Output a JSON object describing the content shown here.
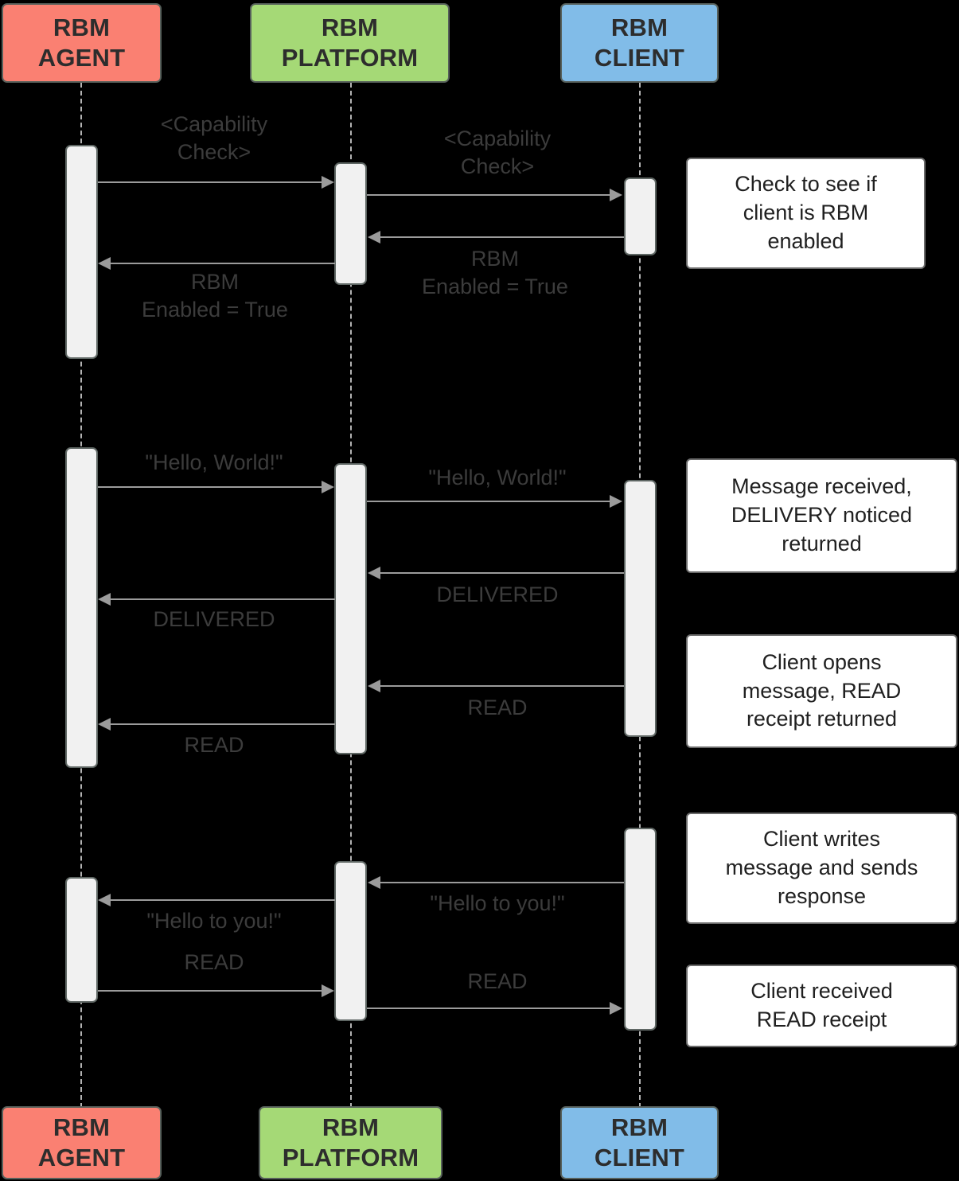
{
  "diagram": {
    "type": "sequence-diagram",
    "background_color": "#000000",
    "actors": [
      {
        "id": "agent",
        "line1": "RBM",
        "line2": "AGENT",
        "color": "#fa8072",
        "border_color": "#57605b"
      },
      {
        "id": "platform",
        "line1": "RBM",
        "line2": "PLATFORM",
        "color": "#a5d976",
        "border_color": "#57605b"
      },
      {
        "id": "client",
        "line1": "RBM",
        "line2": "CLIENT",
        "color": "#81bce8",
        "border_color": "#57605b"
      }
    ],
    "messages": [
      {
        "id": "m1",
        "label": "<Capability\nCheck>",
        "from": "agent",
        "to": "platform",
        "direction": "right"
      },
      {
        "id": "m2",
        "label": "<Capability\nCheck>",
        "from": "platform",
        "to": "client",
        "direction": "right"
      },
      {
        "id": "m3",
        "label": "RBM\nEnabled = True",
        "from": "client",
        "to": "platform",
        "direction": "left"
      },
      {
        "id": "m4",
        "label": "RBM\nEnabled = True",
        "from": "platform",
        "to": "agent",
        "direction": "left"
      },
      {
        "id": "m5",
        "label": "\"Hello, World!\"",
        "from": "agent",
        "to": "platform",
        "direction": "right"
      },
      {
        "id": "m6",
        "label": "\"Hello, World!\"",
        "from": "platform",
        "to": "client",
        "direction": "right"
      },
      {
        "id": "m7",
        "label": "DELIVERED",
        "from": "client",
        "to": "platform",
        "direction": "left"
      },
      {
        "id": "m8",
        "label": "DELIVERED",
        "from": "platform",
        "to": "agent",
        "direction": "left"
      },
      {
        "id": "m9",
        "label": "READ",
        "from": "client",
        "to": "platform",
        "direction": "left"
      },
      {
        "id": "m10",
        "label": "READ",
        "from": "platform",
        "to": "agent",
        "direction": "left"
      },
      {
        "id": "m11",
        "label": "\"Hello to you!\"",
        "from": "client",
        "to": "platform",
        "direction": "left"
      },
      {
        "id": "m12",
        "label": "\"Hello to you!\"",
        "from": "platform",
        "to": "agent",
        "direction": "left"
      },
      {
        "id": "m13",
        "label": "READ",
        "from": "agent",
        "to": "platform",
        "direction": "right"
      },
      {
        "id": "m14",
        "label": "READ",
        "from": "platform",
        "to": "client",
        "direction": "right"
      }
    ],
    "notes": [
      {
        "id": "n1",
        "text": "Check to see if\nclient is RBM\nenabled"
      },
      {
        "id": "n2",
        "text": "Message received,\nDELIVERY noticed\nreturned"
      },
      {
        "id": "n3",
        "text": "Client opens\nmessage, READ\nreceipt returned"
      },
      {
        "id": "n4",
        "text": "Client writes\nmessage and sends\nresponse"
      },
      {
        "id": "n5",
        "text": "Client received\nREAD receipt"
      }
    ]
  }
}
